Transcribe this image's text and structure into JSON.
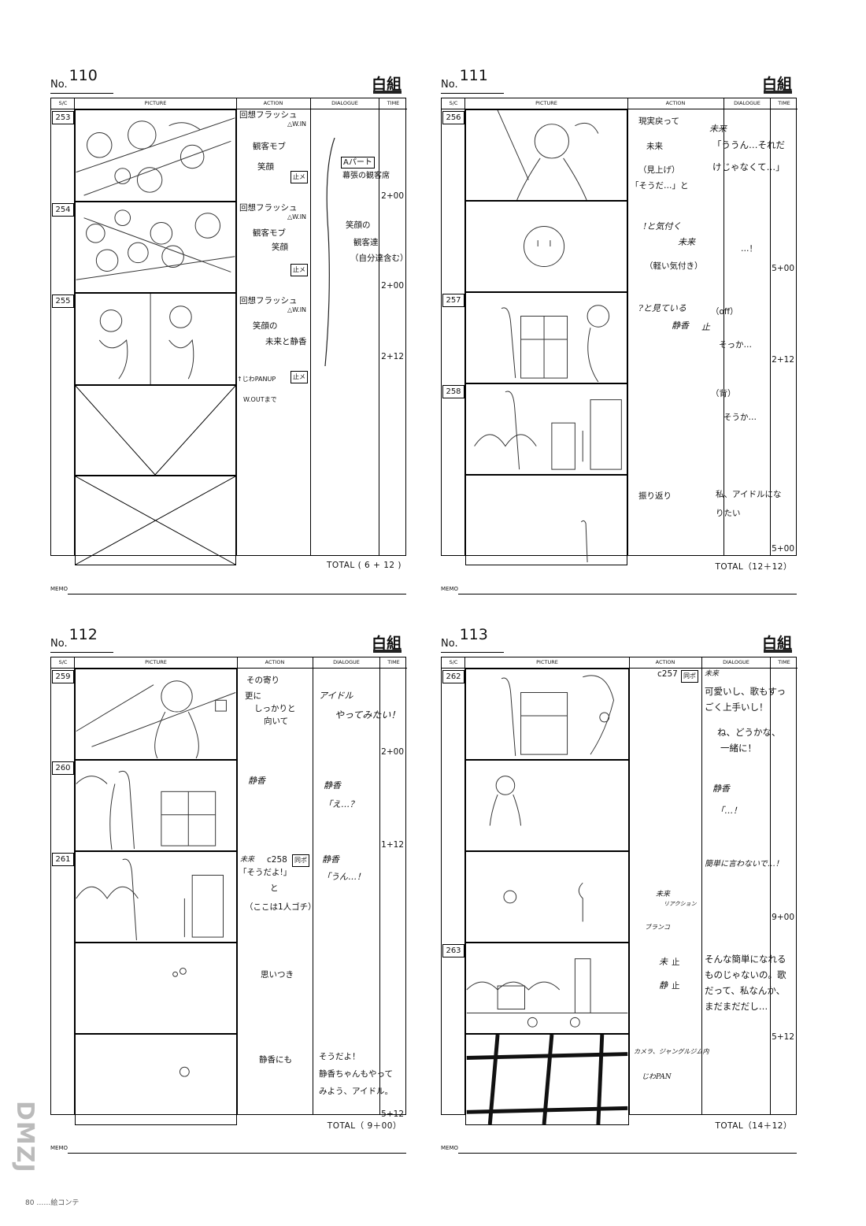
{
  "studio": "白組",
  "labels": {
    "no": "No.",
    "sc": "S/C",
    "picture": "PICTURE",
    "action": "ACTION",
    "dialogue": "DIALOGUE",
    "time": "TIME",
    "memo": "MEMO"
  },
  "sheets": [
    {
      "number": "110",
      "total": "TOTAL ( 6 + 12 )",
      "scenes": [
        "253",
        "254",
        "255"
      ],
      "actions": [
        "回想フラッシュ",
        "△W.IN",
        "観客モブ",
        "笑顔",
        "止メ",
        "回想フラッシュ",
        "△W.IN",
        "観客モブ",
        "笑顔",
        "止メ",
        "回想フラッシュ",
        "△W.IN",
        "笑顔の",
        "未来と静香",
        "↑じわPANUP",
        "止メ",
        "W.OUTまで"
      ],
      "dialogue": [
        "Aパート",
        "幕張の観客席",
        "笑顔の",
        "観客達",
        "（自分達含む）"
      ],
      "times": [
        "2+00",
        "2+00",
        "2+12"
      ]
    },
    {
      "number": "111",
      "total": "TOTAL（12＋12）",
      "scenes": [
        "256",
        "257",
        "258"
      ],
      "actions": [
        "現実戻って",
        "未来",
        "（見上げ）",
        "「そうだ…」と",
        "!と気付く",
        "未来",
        "（軽い気付き）",
        "?と見ている",
        "静香",
        "止",
        "振り返り"
      ],
      "dialogue": [
        "未来",
        "「ううん…それだ",
        "けじゃなくて…」",
        "…！",
        "（off）",
        "そっか…",
        "（背）",
        "そうか…",
        "私、アイドルにな",
        "りたい"
      ],
      "times": [
        "5+00",
        "2+12",
        "5+00"
      ]
    },
    {
      "number": "112",
      "total": "TOTAL（ 9＋00）",
      "scenes": [
        "259",
        "260",
        "261"
      ],
      "actions": [
        "その寄り",
        "更に",
        "しっかりと",
        "向いて",
        "静香",
        "未来",
        "c258",
        "同ポ",
        "「そうだよ!」",
        "と",
        "（ここは1人ゴチ）",
        "思いつき",
        "静香にも"
      ],
      "dialogue": [
        "アイドル",
        "やってみたい！",
        "静香",
        "「え…？",
        "静香",
        "「うん…！",
        "そうだよ！",
        "静香ちゃんもやって",
        "みよう、アイドル。"
      ],
      "times": [
        "2+00",
        "1+12",
        "5+12"
      ]
    },
    {
      "number": "113",
      "total": "TOTAL（14＋12）",
      "scenes": [
        "262",
        "263"
      ],
      "actions": [
        "c257",
        "同ポ",
        "未来",
        "リアクション",
        "ブランコ",
        "未",
        "止",
        "静",
        "止",
        "カメラ、ジャングルジム内",
        "じわPAN"
      ],
      "dialogue": [
        "未来",
        "可愛いし、歌もすっ",
        "ごく上手いし！",
        "ね、どうかな、",
        "一緒に！",
        "静香",
        "「…！",
        "簡単に言わないで…！",
        "そんな簡単になれる",
        "ものじゃないの。歌",
        "だって、私なんか、",
        "まだまだだし…"
      ],
      "times": [
        "9+00",
        "5+12"
      ]
    }
  ],
  "watermark": "DMZJ",
  "footer": "80 ……絵コンテ"
}
